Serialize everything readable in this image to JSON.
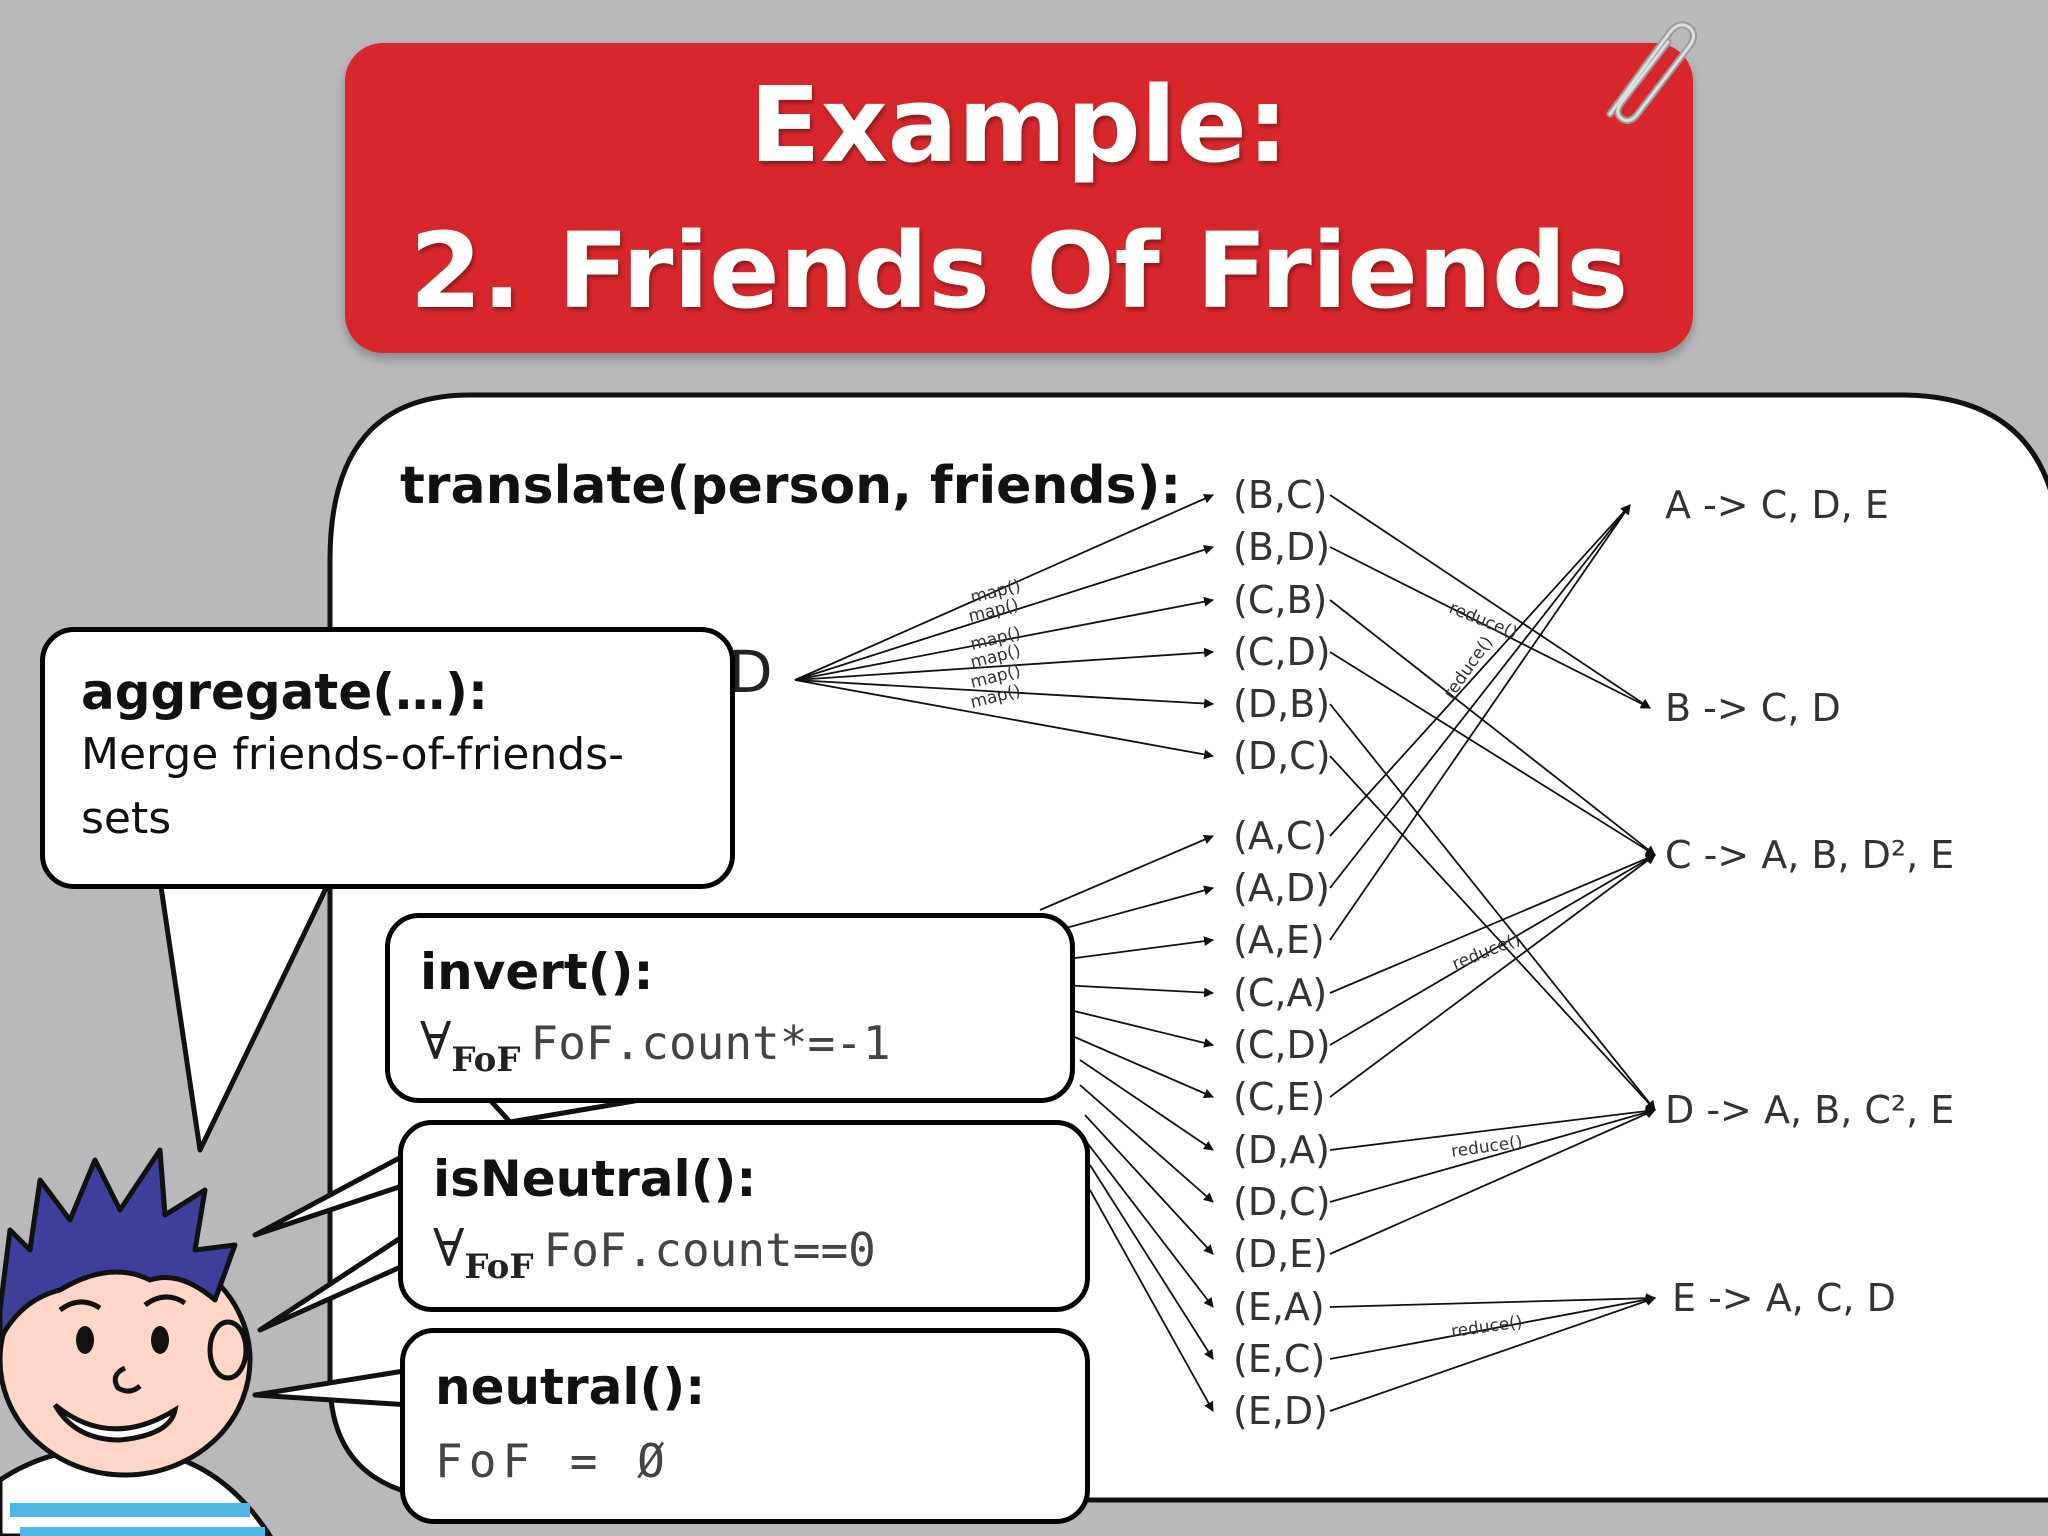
{
  "title": {
    "line1": "Example:",
    "line2": "2. Friends Of Friends"
  },
  "translate": {
    "label": "translate(person, friends):",
    "source_fragment": "D"
  },
  "map_label": "map()",
  "reduce_label": "reduce()",
  "pairs": [
    "(B,C)",
    "(B,D)",
    "(C,B)",
    "(C,D)",
    "(D,B)",
    "(D,C)",
    "(A,C)",
    "(A,D)",
    "(A,E)",
    "(C,A)",
    "(C,D)",
    "(C,E)",
    "(D,A)",
    "(D,C)",
    "(D,E)",
    "(E,A)",
    "(E,C)",
    "(E,D)"
  ],
  "results": [
    "A -> C, D, E",
    "B -> C, D",
    "C -> A, B, D², E",
    "D -> A, B, C², E",
    "E -> A, C, D"
  ],
  "aggregate": {
    "head": "aggregate(…):",
    "body_line1": "Merge friends-of-friends-",
    "body_line2": "sets"
  },
  "invert": {
    "head": "invert():",
    "symbol": "∀",
    "subscript": "FoF",
    "code": "FoF.count*=-1"
  },
  "isNeutral": {
    "head": "isNeutral():",
    "symbol": "∀",
    "subscript": "FoF",
    "code": "FoF.count==0"
  },
  "neutral": {
    "head": "neutral():",
    "code": "FoF = Ø"
  },
  "colors": {
    "background": "#b9b9bb",
    "title_red": "#d8272c",
    "hair": "#3e3f9a",
    "skin": "#fdd6c8"
  },
  "icons": [
    "paperclip-icon",
    "cartoon-boy-avatar"
  ]
}
